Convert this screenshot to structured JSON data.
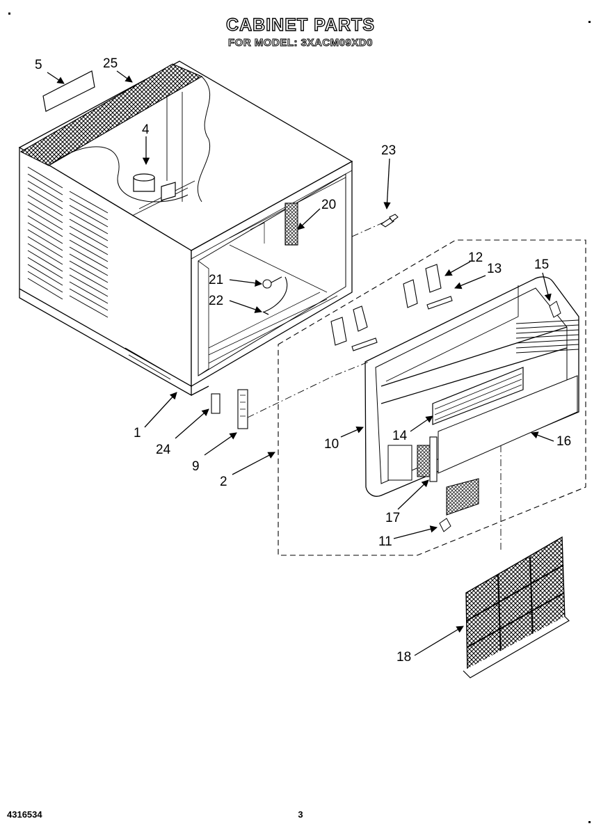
{
  "header": {
    "title": "CABINET PARTS",
    "subtitle": "FOR MODEL: 3XACM09XD0"
  },
  "callouts": {
    "c5": "5",
    "c25": "25",
    "c4": "4",
    "c23": "23",
    "c20": "20",
    "c21": "21",
    "c22": "22",
    "c12": "12",
    "c13": "13",
    "c15": "15",
    "c1": "1",
    "c24": "24",
    "c9": "9",
    "c2": "2",
    "c10": "10",
    "c14": "14",
    "c16": "16",
    "c17": "17",
    "c11": "11",
    "c18": "18"
  },
  "footer": {
    "part_number": "4316534",
    "page": "3"
  }
}
